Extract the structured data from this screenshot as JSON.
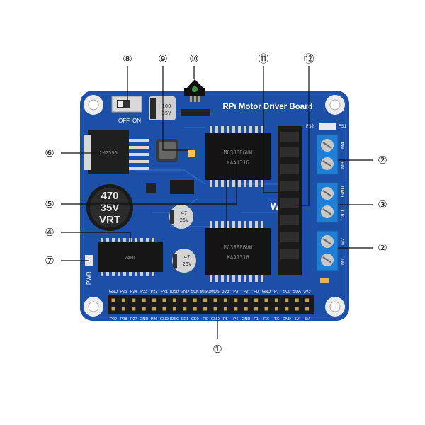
{
  "board": {
    "title": "RPi Motor Driver Board",
    "switch_off": "OFF",
    "switch_on": "ON",
    "pwr": "PWR",
    "fs1": "FS1",
    "fs2": "FS2",
    "terminals": {
      "m4": "M4",
      "m3": "M3",
      "gnd": "GND",
      "vcc": "VCC",
      "m2": "M2",
      "m1": "M1"
    },
    "chips": {
      "driver_top": "MC33886VW",
      "driver_top_code": "KAA1316",
      "driver_bottom": "MC33886VW",
      "driver_bottom_code": "KAA1316",
      "regulator": "LM2596",
      "buffer": "74HC"
    },
    "caps": {
      "big_value": "470",
      "big_voltage": "35V",
      "big_brand": "VRT",
      "small_a": "47",
      "small_a_v": "25V",
      "small_b": "47",
      "small_b_v": "25V",
      "top_cap": "100",
      "top_cap_v": "35V"
    },
    "header_top": [
      "GND",
      "P25",
      "P24",
      "P23",
      "P22",
      "P21",
      "IDSD",
      "GND",
      "SCK",
      "MISO",
      "MOSI",
      "3V3",
      "P3",
      "P2",
      "P0",
      "GND",
      "P7",
      "SCL",
      "SDA",
      "3V3"
    ],
    "header_bottom": [
      "P29",
      "P28",
      "P27",
      "GND",
      "P26",
      "GND",
      "IDSC",
      "CE1",
      "CE0",
      "P6",
      "GND",
      "P5",
      "P4",
      "GND",
      "P1",
      "RX",
      "TX",
      "GND",
      "5V",
      "5V"
    ]
  },
  "callouts": [
    "①",
    "②",
    "③",
    "②",
    "④",
    "⑤",
    "⑥",
    "⑦",
    "⑧",
    "⑨",
    "⑩",
    "⑪",
    "⑫"
  ],
  "colors": {
    "pcb": "#1c4fa8",
    "pcb_dark": "#163f8c",
    "terminal": "#1f7fd6",
    "chip": "#1a1a1a",
    "pin": "#c8a24a"
  }
}
